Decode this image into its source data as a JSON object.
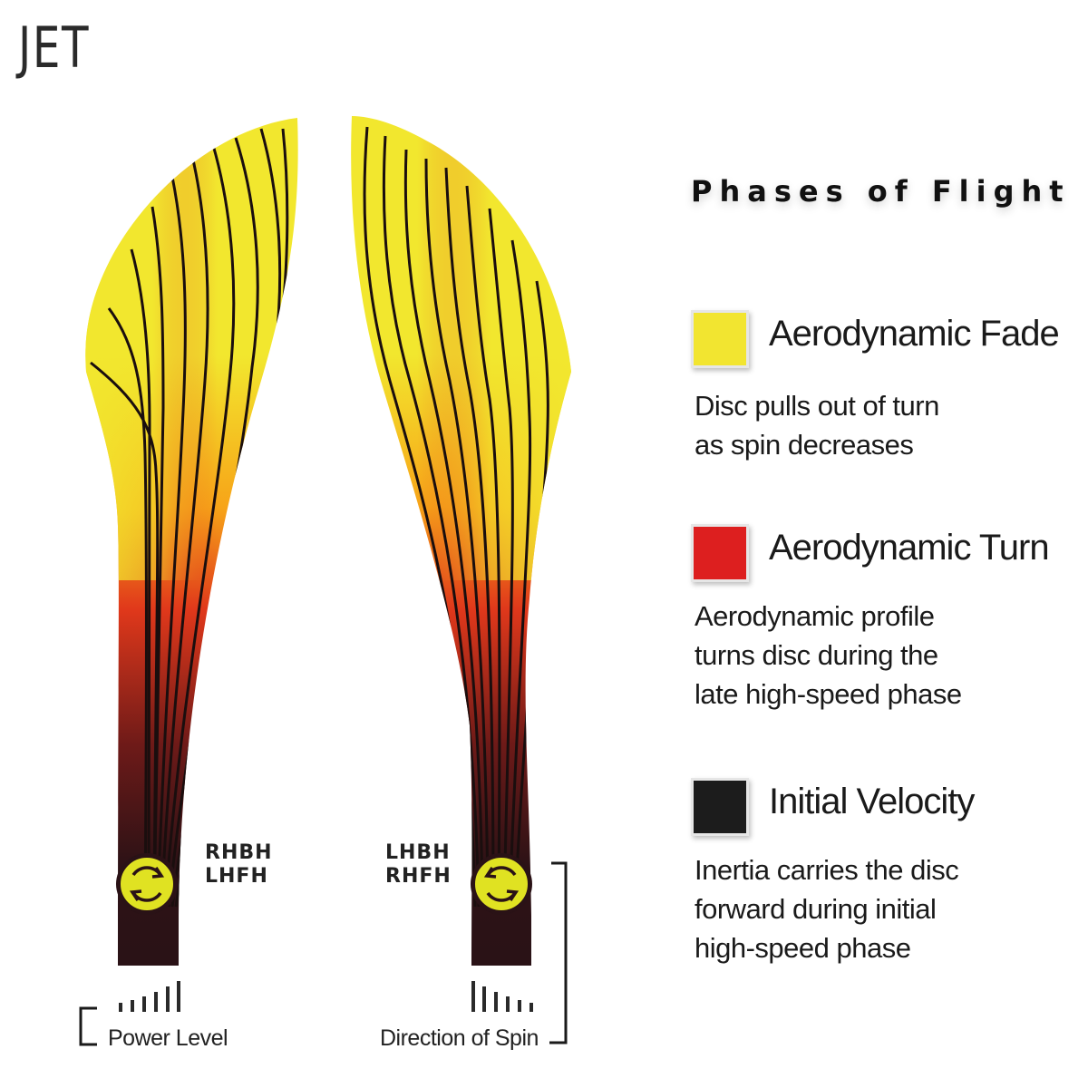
{
  "title": "JET",
  "throws": {
    "left": {
      "line1": "RHBH",
      "line2": "LHFH"
    },
    "right": {
      "line1": "LHBH",
      "line2": "RHFH"
    }
  },
  "captions": {
    "power": "Power Level",
    "spin": "Direction of Spin"
  },
  "legend": {
    "heading": "Phases of Flight",
    "items": [
      {
        "title": "Aerodynamic Fade",
        "color": "#f2e530",
        "desc": [
          "Disc pulls out of turn",
          "as spin decreases"
        ]
      },
      {
        "title": "Aerodynamic Turn",
        "color": "#dd1f1f",
        "desc": [
          "Aerodynamic profile",
          "turns disc during the",
          "late high-speed phase"
        ]
      },
      {
        "title": "Initial Velocity",
        "color": "#1c1c1c",
        "desc": [
          "Inertia carries the disc",
          "forward during initial",
          "high-speed phase"
        ]
      }
    ]
  },
  "colors": {
    "fade": "#f2e530",
    "turn": "#dd1f1f",
    "velocity": "#2a1414",
    "disc_marker": "#e0e222"
  },
  "icons": {
    "disc": "rotation-arrows-icon",
    "power": "signal-bars-icon"
  }
}
